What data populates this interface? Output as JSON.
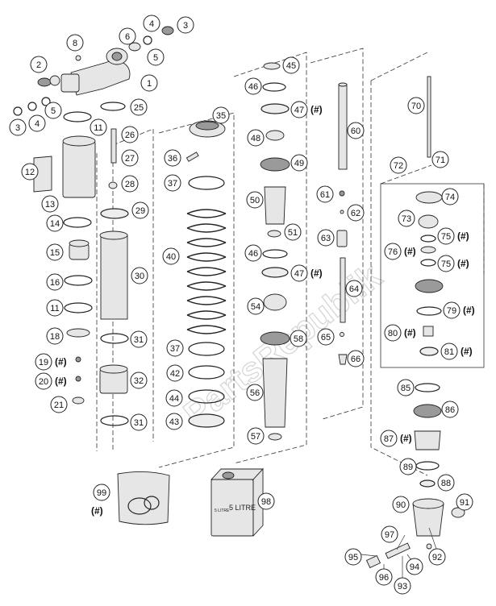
{
  "watermark": "PartsRepublik",
  "callouts": {
    "c1": "1",
    "c2": "2",
    "c3a": "3",
    "c3b": "3",
    "c4a": "4",
    "c4b": "4",
    "c5a": "5",
    "c5b": "5",
    "c6": "6",
    "c8": "8",
    "c11a": "11",
    "c11b": "11",
    "c12": "12",
    "c13": "13",
    "c14": "14",
    "c15": "15",
    "c16": "16",
    "c18": "18",
    "c19": "19",
    "c20": "20",
    "c21": "21",
    "c25": "25",
    "c26": "26",
    "c27": "27",
    "c28": "28",
    "c29": "29",
    "c30": "30",
    "c31a": "31",
    "c31b": "31",
    "c32": "32",
    "c35": "35",
    "c36": "36",
    "c37a": "37",
    "c37b": "37",
    "c40": "40",
    "c42": "42",
    "c43": "43",
    "c44": "44",
    "c45": "45",
    "c46a": "46",
    "c46b": "46",
    "c47a": "47",
    "c47b": "47",
    "c48": "48",
    "c49": "49",
    "c50": "50",
    "c51": "51",
    "c54": "54",
    "c56": "56",
    "c57": "57",
    "c58": "58",
    "c60": "60",
    "c61": "61",
    "c62": "62",
    "c63": "63",
    "c64": "64",
    "c65": "65",
    "c66": "66",
    "c70": "70",
    "c71": "71",
    "c72": "72",
    "c73": "73",
    "c74": "74",
    "c75a": "75",
    "c75b": "75",
    "c76": "76",
    "c79": "79",
    "c80": "80",
    "c81": "81",
    "c85": "85",
    "c86": "86",
    "c87": "87",
    "c88": "88",
    "c89": "89",
    "c90": "90",
    "c91": "91",
    "c92": "92",
    "c93": "93",
    "c94": "94",
    "c95": "95",
    "c96": "96",
    "c97": "97",
    "c98": "98",
    "c99": "99"
  },
  "hash_mark": "(#)",
  "oil_can_label": "5 LITRE",
  "oil_can_side_label": "5 LITRE"
}
